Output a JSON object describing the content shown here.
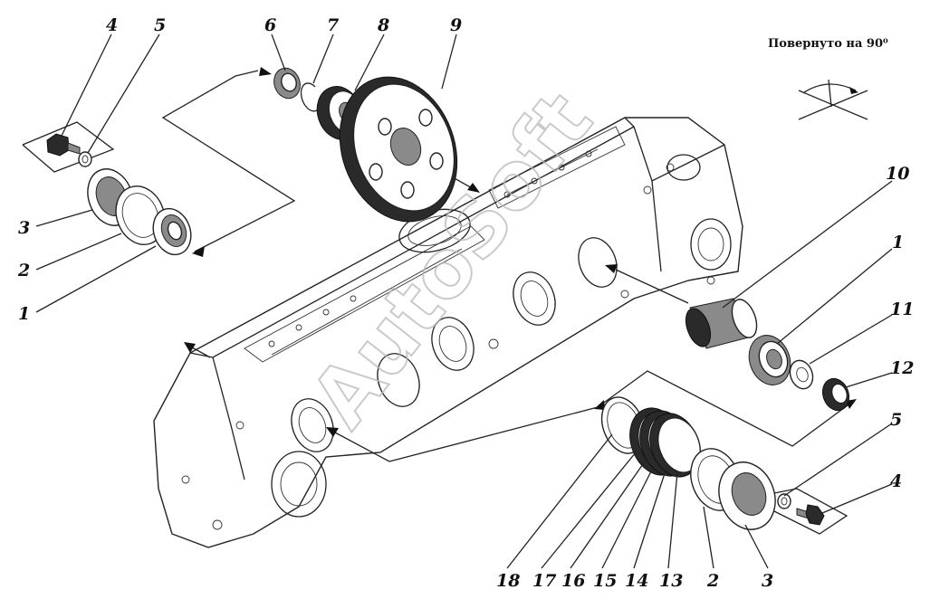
{
  "caption": "Повернуто на 90⁰",
  "watermark": "AutoSoft",
  "callouts": {
    "c4_top": "4",
    "c5_top": "5",
    "c6": "6",
    "c7": "7",
    "c8": "8",
    "c9": "9",
    "c3_left": "3",
    "c2_left": "2",
    "c1_left": "1",
    "c10": "10",
    "c1_right": "1",
    "c11": "11",
    "c12": "12",
    "c5_right": "5",
    "c4_right": "4",
    "c18": "18",
    "c17": "17",
    "c16": "16",
    "c15": "15",
    "c14": "14",
    "c13": "13",
    "c2_bottom": "2",
    "c3_bottom": "3"
  }
}
